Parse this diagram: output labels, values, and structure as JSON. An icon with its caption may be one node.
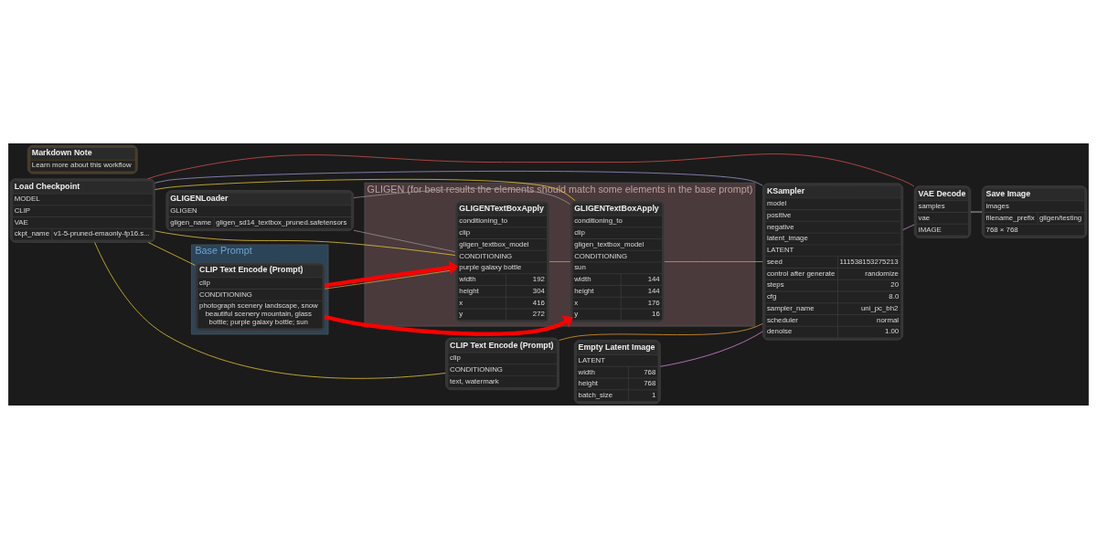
{
  "diagram": {
    "nodes": [
      {
        "text": [
          "Base Prompt"
        ]
      },
      {
        "text": [
          "CLIP Text Encode (Prompt)",
          "clip",
          "CONDITIONING",
          "photograph scenery landscape, snow beautiful scenery mountain, glass bottle; purple galaxy bottle; sun"
        ],
        "in": 0
      },
      {
        "text": [
          "GLIGEN (for best results the elements should match some elements in the base prompt)"
        ]
      },
      {
        "text": [
          "GLIGENTextBoxApply",
          "conditioning_to",
          "clip",
          "gligen_textbox_model",
          "CONDITIONING",
          "purple galaxy bottle",
          "width",
          "192",
          "height",
          "304",
          "x",
          "416",
          "y",
          "272"
        ],
        "in": 2
      },
      {
        "text": [
          "GLIGENTextBoxApply",
          "conditioning_to",
          "clip",
          "gligen_textbox_model",
          "CONDITIONING",
          "sun",
          "width",
          "144",
          "height",
          "144",
          "x",
          "176",
          "y",
          "16"
        ],
        "in": 2
      },
      {
        "text": [
          "Save Image",
          "images",
          "filename_prefix",
          "gligen/testing",
          "768 × 768"
        ]
      },
      {
        "text": [
          "GLIGENLoader",
          "GLIGEN",
          "gligen_name",
          "gligen_sd14_textbox_pruned.safetensors"
        ]
      },
      {
        "text": [
          "Load Checkpoint",
          "MODEL",
          "CLIP",
          "VAE",
          "ckpt_name",
          "v1-5-pruned-emaonly-fp16.s..."
        ]
      },
      {
        "text": [
          "Markdown Note",
          "Learn more about this workflow"
        ]
      },
      {
        "text": [
          "CLIP Text Encode (Prompt)",
          "clip",
          "CONDITIONING",
          "text, watermark"
        ]
      },
      {
        "text": [
          "Empty Latent Image",
          "LATENT",
          "width",
          "768",
          "height",
          "768",
          "batch_size",
          "1"
        ]
      },
      {
        "text": [
          "KSampler",
          "model",
          "positive",
          "negative",
          "latent_image",
          "LATENT",
          "seed",
          "111538153275213",
          "control after generate",
          "randomize",
          "steps",
          "20",
          "cfg",
          "8.0",
          "sampler_name",
          "uni_pc_bh2",
          "scheduler",
          "normal",
          "denoise",
          "1.00"
        ]
      },
      {
        "text": [
          "VAE Decode",
          "samples",
          "vae",
          "IMAGE"
        ]
      }
    ],
    "edges": [
      {
        "from": 1,
        "to": 3,
        "arrow": "none",
        "color": "#f0a030"
      },
      {
        "from": 3,
        "to": 4,
        "arrow": "none",
        "color": "#f0a030"
      },
      {
        "from": 4,
        "to": 11,
        "arrow": "none",
        "color": "#f0a030"
      },
      {
        "from": 9,
        "to": 11,
        "arrow": "none",
        "color": "#f0a030"
      },
      {
        "from": 7,
        "to": 1,
        "arrow": "none",
        "color": "#f5d033"
      },
      {
        "from": 7,
        "to": 3,
        "arrow": "none",
        "color": "#f5d033"
      },
      {
        "from": 7,
        "to": 4,
        "arrow": "none",
        "color": "#f5d033"
      },
      {
        "from": 7,
        "to": 9,
        "arrow": "none",
        "color": "#f5d033"
      },
      {
        "from": 6,
        "to": 3,
        "arrow": "none",
        "color": "#9a9a9a"
      },
      {
        "from": 6,
        "to": 4,
        "arrow": "none",
        "color": "#9a9a9a"
      },
      {
        "from": 7,
        "to": 11,
        "arrow": "none",
        "color": "#a89be0"
      },
      {
        "from": 7,
        "to": 12,
        "arrow": "none",
        "color": "#e05050"
      },
      {
        "from": 10,
        "to": 11,
        "arrow": "none",
        "color": "#e88ae8"
      },
      {
        "from": 11,
        "to": 12,
        "arrow": "none",
        "color": "#e88ae8"
      },
      {
        "from": 12,
        "to": 5,
        "arrow": "none",
        "color": "#e0e0e0"
      },
      {
        "from": 1,
        "to": 3,
        "arrow": "to",
        "style": "thick",
        "color": "#ff0000"
      },
      {
        "from": 1,
        "to": 4,
        "arrow": "to",
        "style": "thick",
        "color": "#ff0000"
      }
    ]
  }
}
